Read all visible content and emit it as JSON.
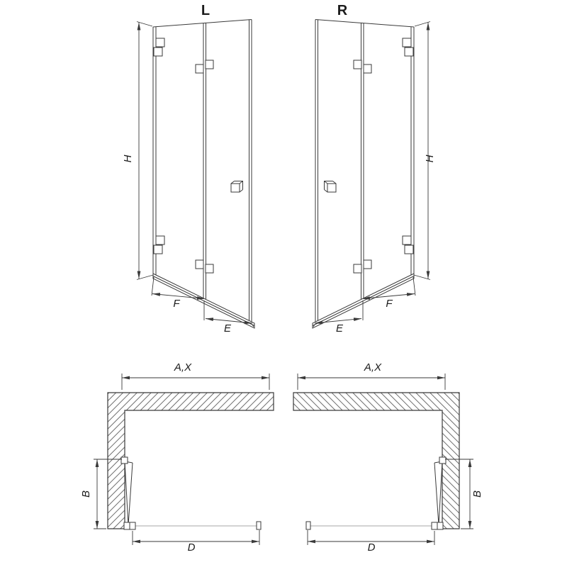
{
  "diagram": {
    "variants": {
      "left": "L",
      "right": "R"
    },
    "dimension_labels": {
      "height": "H",
      "door_panel_width": "F",
      "fixed_panel_width": "E",
      "installation_width": "A,X",
      "inward_projection": "B",
      "entry_width": "D"
    },
    "colors": {
      "background": "#ffffff",
      "line": "#3a3a3a",
      "dimension": "#3a3a3a",
      "hatch": "#6e6e6e",
      "text": "#1c1c1c"
    }
  }
}
